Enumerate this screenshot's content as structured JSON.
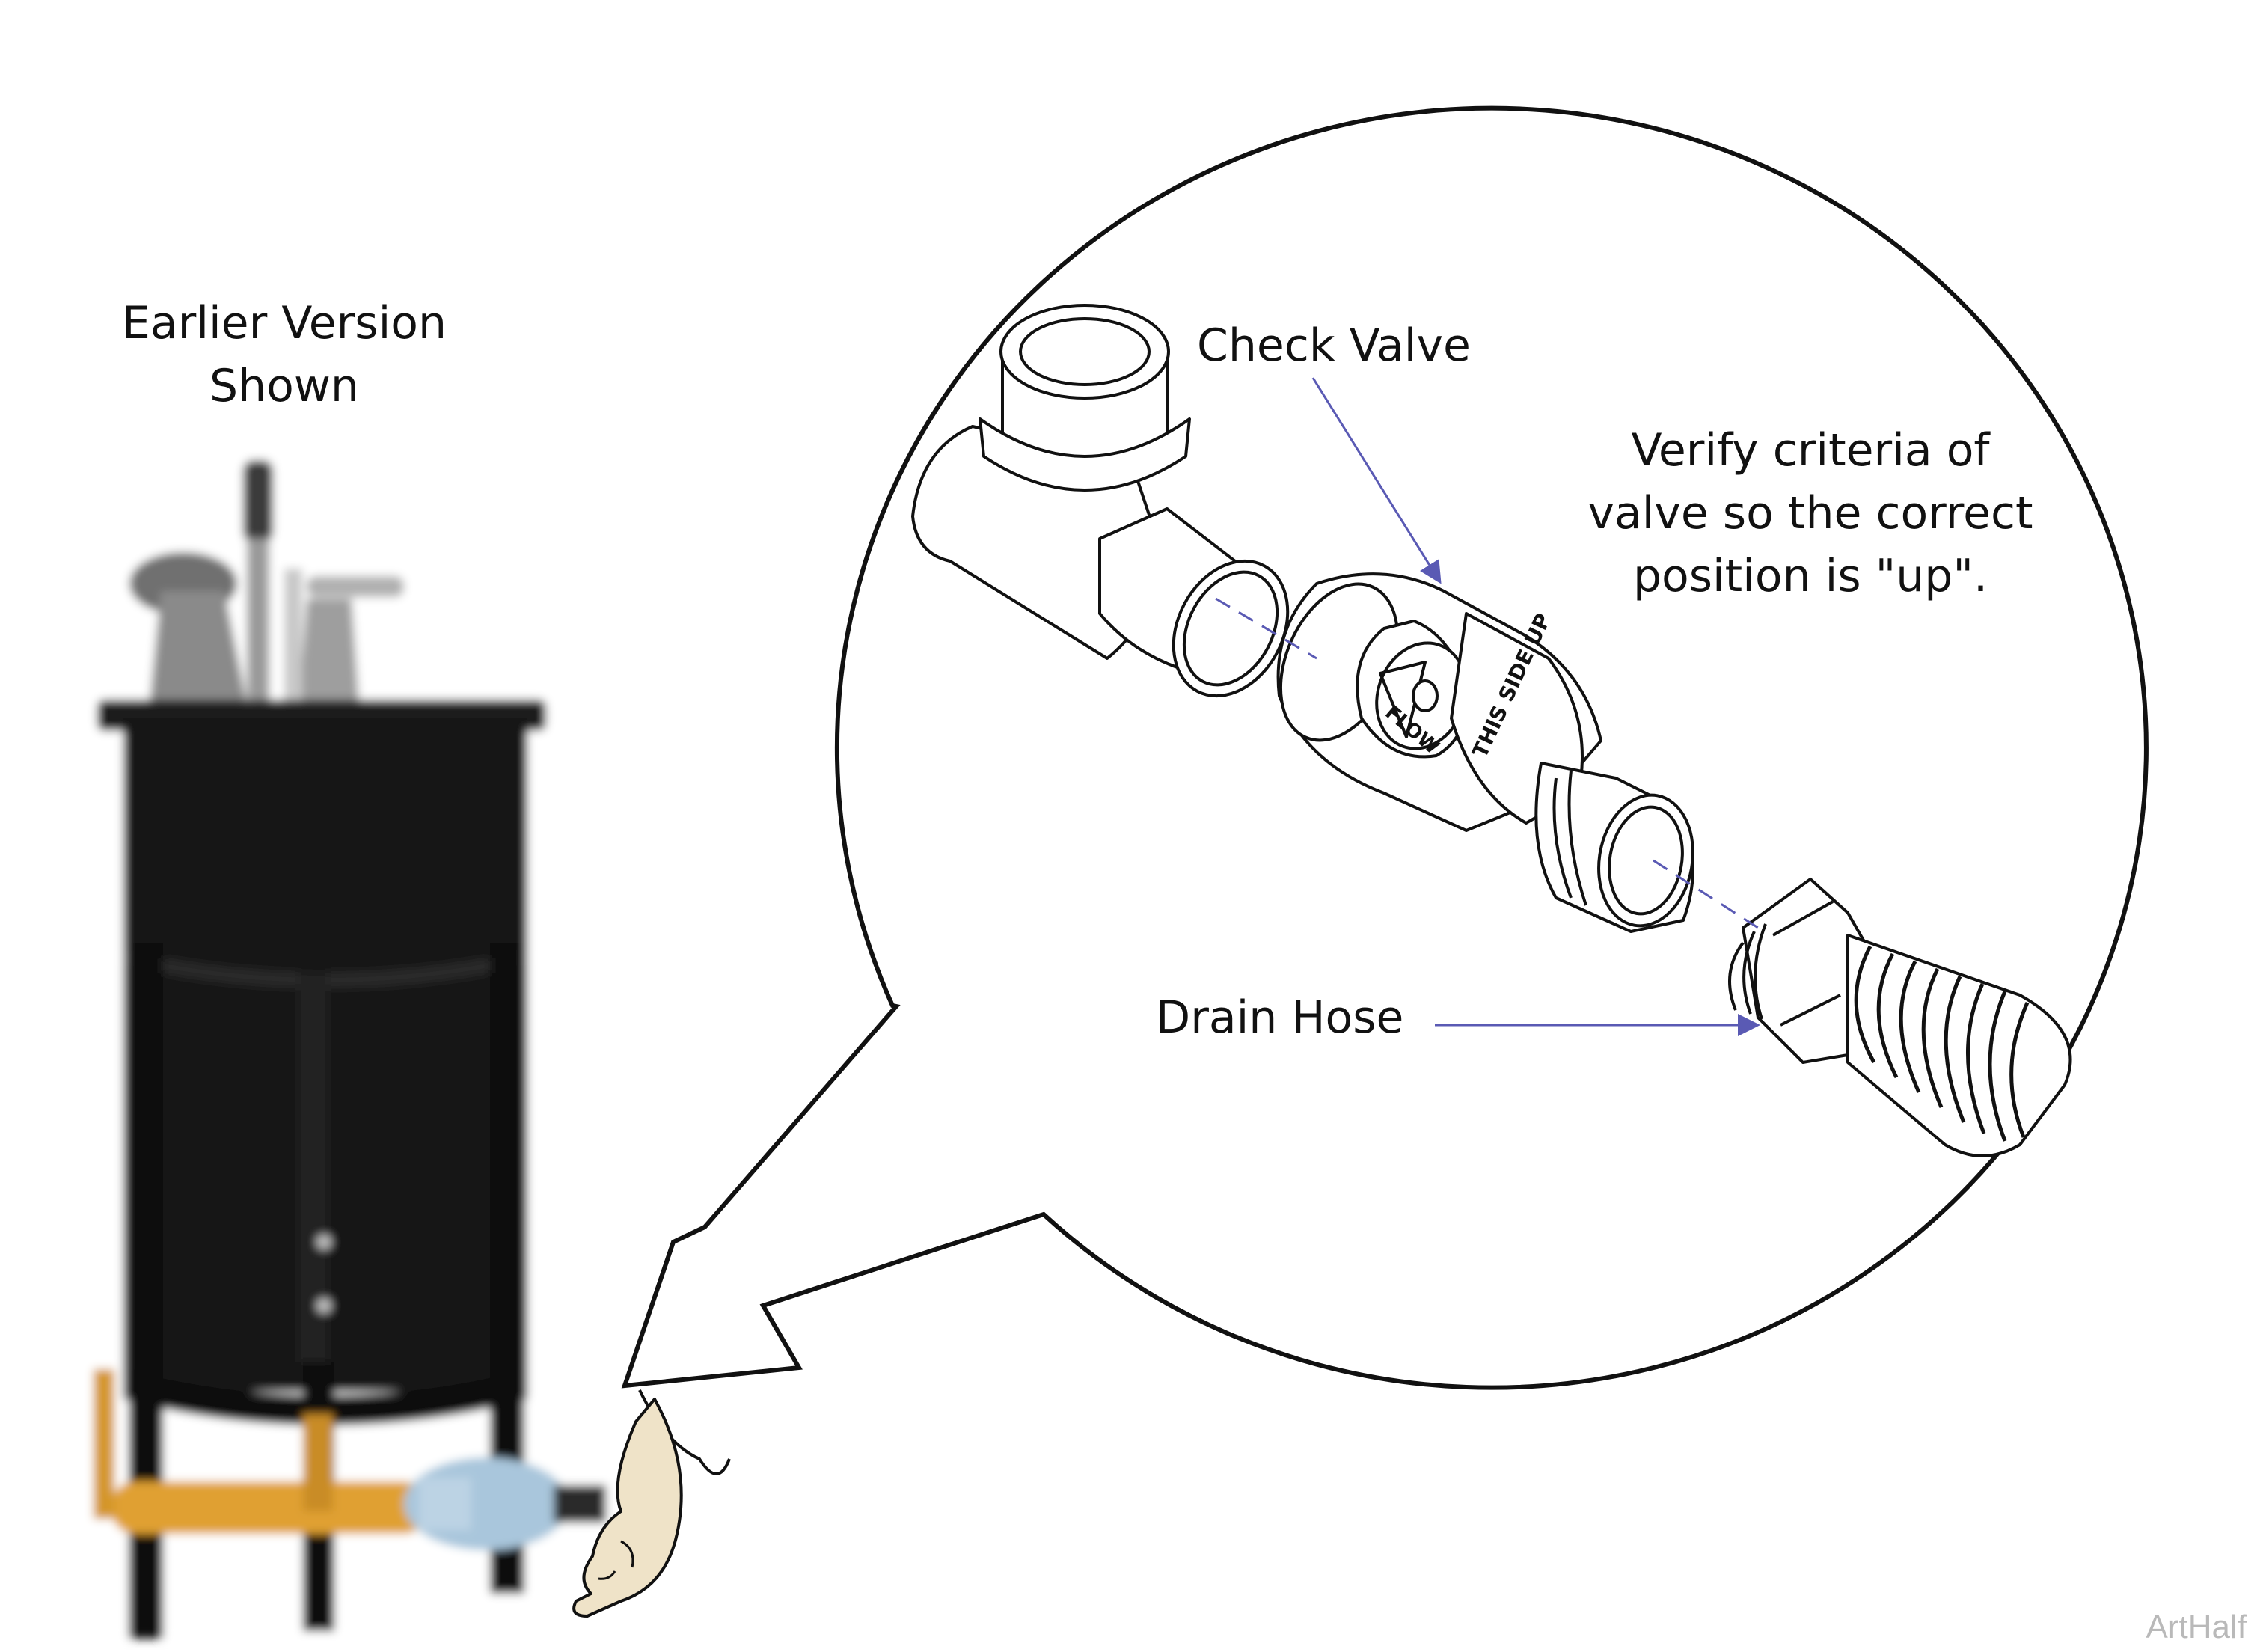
{
  "labels": {
    "earlier_version": [
      "Earlier Version",
      "Shown"
    ],
    "check_valve": "Check Valve",
    "verify_note": [
      "Verify criteria of",
      "valve so the correct",
      "position is \"up\"."
    ],
    "drain_hose": "Drain Hose",
    "valve_flow_text": "FLOW",
    "valve_side_text": "THIS SIDE UP"
  },
  "watermark": "ArtHalf",
  "colors": {
    "callout_arrow": "#5a5ab4",
    "outline": "#111111",
    "tank_body": "#141414",
    "pipe_orange": "#e0a030",
    "valve_blue": "#a9c6dc",
    "skin": "#efe3c8"
  }
}
